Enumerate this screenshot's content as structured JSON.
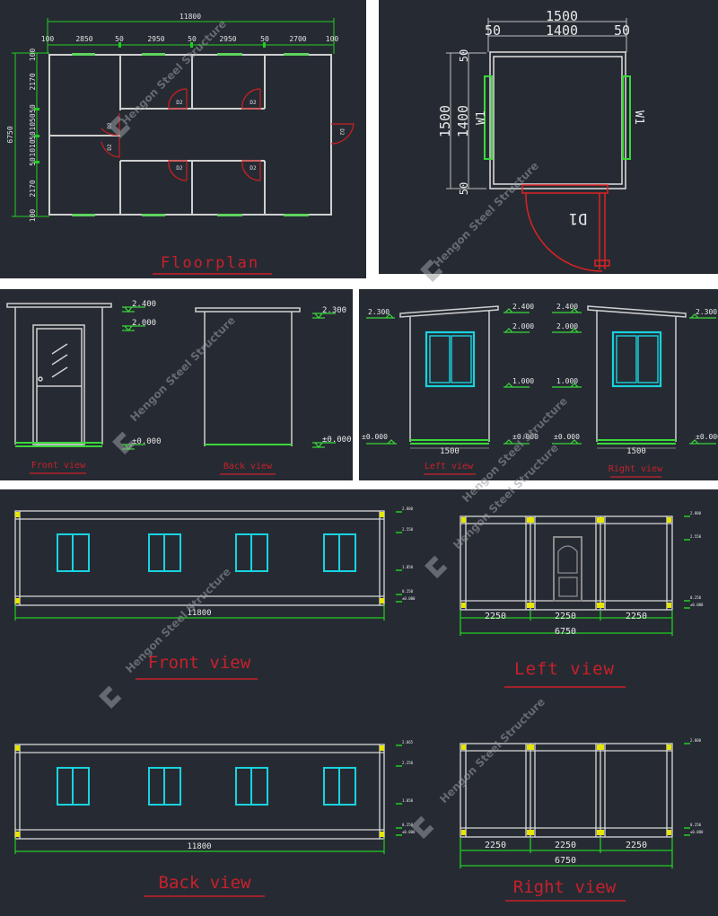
{
  "colors": {
    "background": "#262b33",
    "page": "#ffffff",
    "wall": "#d9d9d9",
    "dimension": "#22cc22",
    "door": "#cc1f1f",
    "window": "#19d3e0",
    "title": "#c8202a",
    "column": "#e6e600",
    "watermark": "#8a8d92"
  },
  "watermark": {
    "text": "Hengon Steel Structure",
    "icon": "hengon-logo-icon"
  },
  "floorplan": {
    "title": "Floorplan",
    "overall_width": "11800",
    "overall_depth": "6750",
    "top_dims": [
      "100",
      "2850",
      "50",
      "2950",
      "50",
      "2950",
      "50",
      "2700",
      "100"
    ],
    "left_dims": [
      "100",
      "2170",
      "50",
      "1050",
      "50",
      "1010",
      "50",
      "2170",
      "100"
    ],
    "door_labels": [
      "D2",
      "D2",
      "D2",
      "D2",
      "D2",
      "D2",
      "D2"
    ]
  },
  "booth_plan": {
    "width": "1500",
    "inner_width": "1400",
    "side_left": "50",
    "side_right": "50",
    "depth": "1500",
    "inner_depth": "1400",
    "top_thk": "50",
    "bottom_thk": "50",
    "window_left": "W1",
    "window_right": "W1",
    "door": "D1"
  },
  "booth_front_back": {
    "front_title": "Front view",
    "back_title": "Back view",
    "front_levels": [
      "2.400",
      "2.000",
      "±0.000"
    ],
    "back_levels": [
      "2.300",
      "±0.000"
    ]
  },
  "booth_left_right": {
    "left_title": "Left view",
    "right_title": "Right view",
    "left_levels_left": [
      "2.300",
      "±0.000"
    ],
    "left_levels_right": [
      "2.400",
      "2.000",
      "1.000",
      "±0.000"
    ],
    "right_levels_left": [
      "2.400",
      "2.000",
      "1.000",
      "±0.000"
    ],
    "right_levels_right": [
      "2.300",
      "±0.000"
    ],
    "left_width": "1500",
    "right_width": "1500"
  },
  "container_front": {
    "title": "Front view",
    "width": "11800",
    "levels": [
      "2.800",
      "2.550",
      "1.050",
      "0.250",
      "±0.000"
    ]
  },
  "container_left": {
    "title": "Left view",
    "dims": [
      "2250",
      "2250",
      "2250"
    ],
    "total": "6750",
    "levels": [
      "2.800",
      "2.550",
      "0.250",
      "±0.000"
    ]
  },
  "container_back": {
    "title": "Back view",
    "width": "11800",
    "levels": [
      "2.665",
      "2.250",
      "1.050",
      "0.250",
      "±0.000"
    ]
  },
  "container_right": {
    "title": "Right view",
    "dims": [
      "2250",
      "2250",
      "2250"
    ],
    "total": "6750",
    "levels": [
      "2.800",
      "0.250",
      "±0.000"
    ]
  }
}
